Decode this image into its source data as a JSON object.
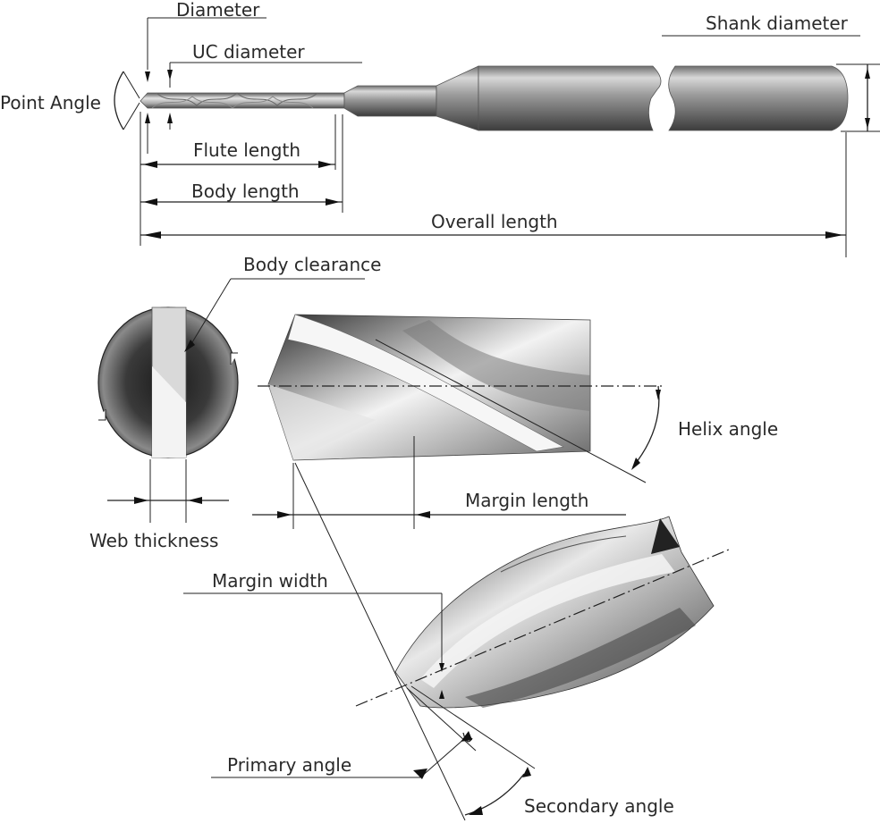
{
  "labels": {
    "diameter": "Diameter",
    "uc_diameter": "UC diameter",
    "point_angle": "Point Angle",
    "flute_length": "Flute length",
    "body_length": "Body length",
    "overall_length": "Overall length",
    "shank_diameter": "Shank diameter",
    "body_clearance": "Body clearance",
    "helix_angle": "Helix angle",
    "web_thickness": "Web thickness",
    "margin_length": "Margin length",
    "margin_width": "Margin width",
    "primary_angle": "Primary angle",
    "secondary_angle": "Secondary angle"
  }
}
